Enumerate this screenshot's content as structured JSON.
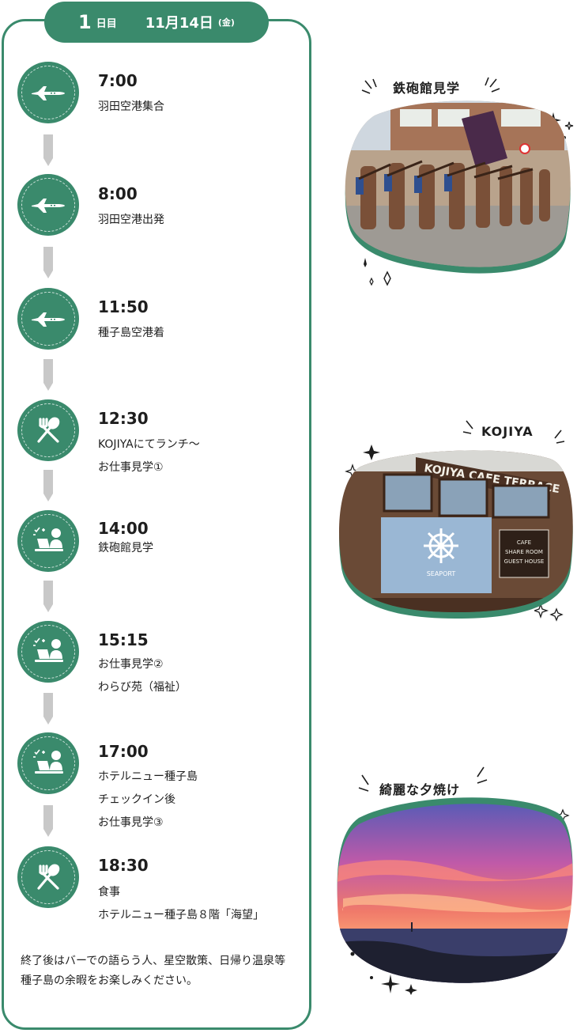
{
  "day": {
    "number": "1",
    "day_suffix": "日目",
    "month_day": "11月14日",
    "weekday": "(金)"
  },
  "schedule": [
    {
      "time": "7:00",
      "lines": [
        "羽田空港集合"
      ],
      "icon": "airplane-icon"
    },
    {
      "time": "8:00",
      "lines": [
        "羽田空港出発"
      ],
      "icon": "airplane-icon"
    },
    {
      "time": "11:50",
      "lines": [
        "種子島空港着"
      ],
      "icon": "airplane-icon"
    },
    {
      "time": "12:30",
      "lines": [
        "KOJIYAにてランチ〜",
        "お仕事見学①"
      ],
      "icon": "fork-spoon-icon"
    },
    {
      "time": "14:00",
      "lines": [
        "鉄砲館見学"
      ],
      "icon": "work-desk-icon"
    },
    {
      "time": "15:15",
      "lines": [
        "お仕事見学②",
        "わらび苑（福祉）"
      ],
      "icon": "work-desk-icon"
    },
    {
      "time": "17:00",
      "lines": [
        "ホテルニュー種子島",
        "チェックイン後",
        "お仕事見学③"
      ],
      "icon": "work-desk-icon"
    },
    {
      "time": "18:30",
      "lines": [
        "食事",
        "ホテルニュー種子島８階「海望」"
      ],
      "icon": "fork-spoon-icon"
    }
  ],
  "note": "終了後はバーでの語らう人、星空散策、日帰り温泉等　種子島の余暇をお楽しみください。",
  "photos": [
    {
      "caption": "鉄砲館見学",
      "icon": "matchlock-parade-photo"
    },
    {
      "caption": "KOJIYA",
      "icon": "kojiya-cafe-photo"
    },
    {
      "caption": "綺麗な夕焼け",
      "icon": "sunset-photo"
    }
  ],
  "kojiya_sign": {
    "main": "KOJIYA CAFE TERRACE",
    "board": [
      "CAFE",
      "SHARE ROOM",
      "GUEST HOUSE"
    ],
    "curtain": "SEAPORT"
  },
  "colors": {
    "accent": "#3a8a6c",
    "arrow": "#c8c8c8"
  }
}
